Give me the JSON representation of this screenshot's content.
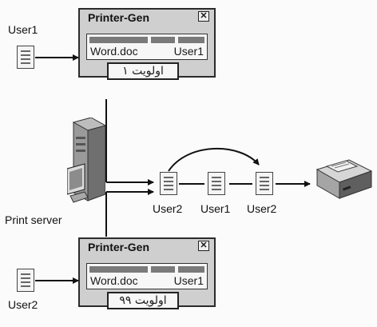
{
  "users": {
    "top": "User1",
    "bottom": "User2"
  },
  "server": {
    "label": "Print server"
  },
  "windows": [
    {
      "title": "Printer-Gen",
      "close_glyph": "✕",
      "doc": "Word.doc",
      "owner": "User1",
      "priority": "اولویت ۱"
    },
    {
      "title": "Printer-Gen",
      "close_glyph": "✕",
      "doc": "Word.doc",
      "owner": "User1",
      "priority": "اولویت ۹۹"
    }
  ],
  "queue": {
    "labels": [
      "User2",
      "User1",
      "User2"
    ]
  },
  "icons": [
    "document-icon",
    "close-icon",
    "server-icon",
    "printer-icon"
  ]
}
